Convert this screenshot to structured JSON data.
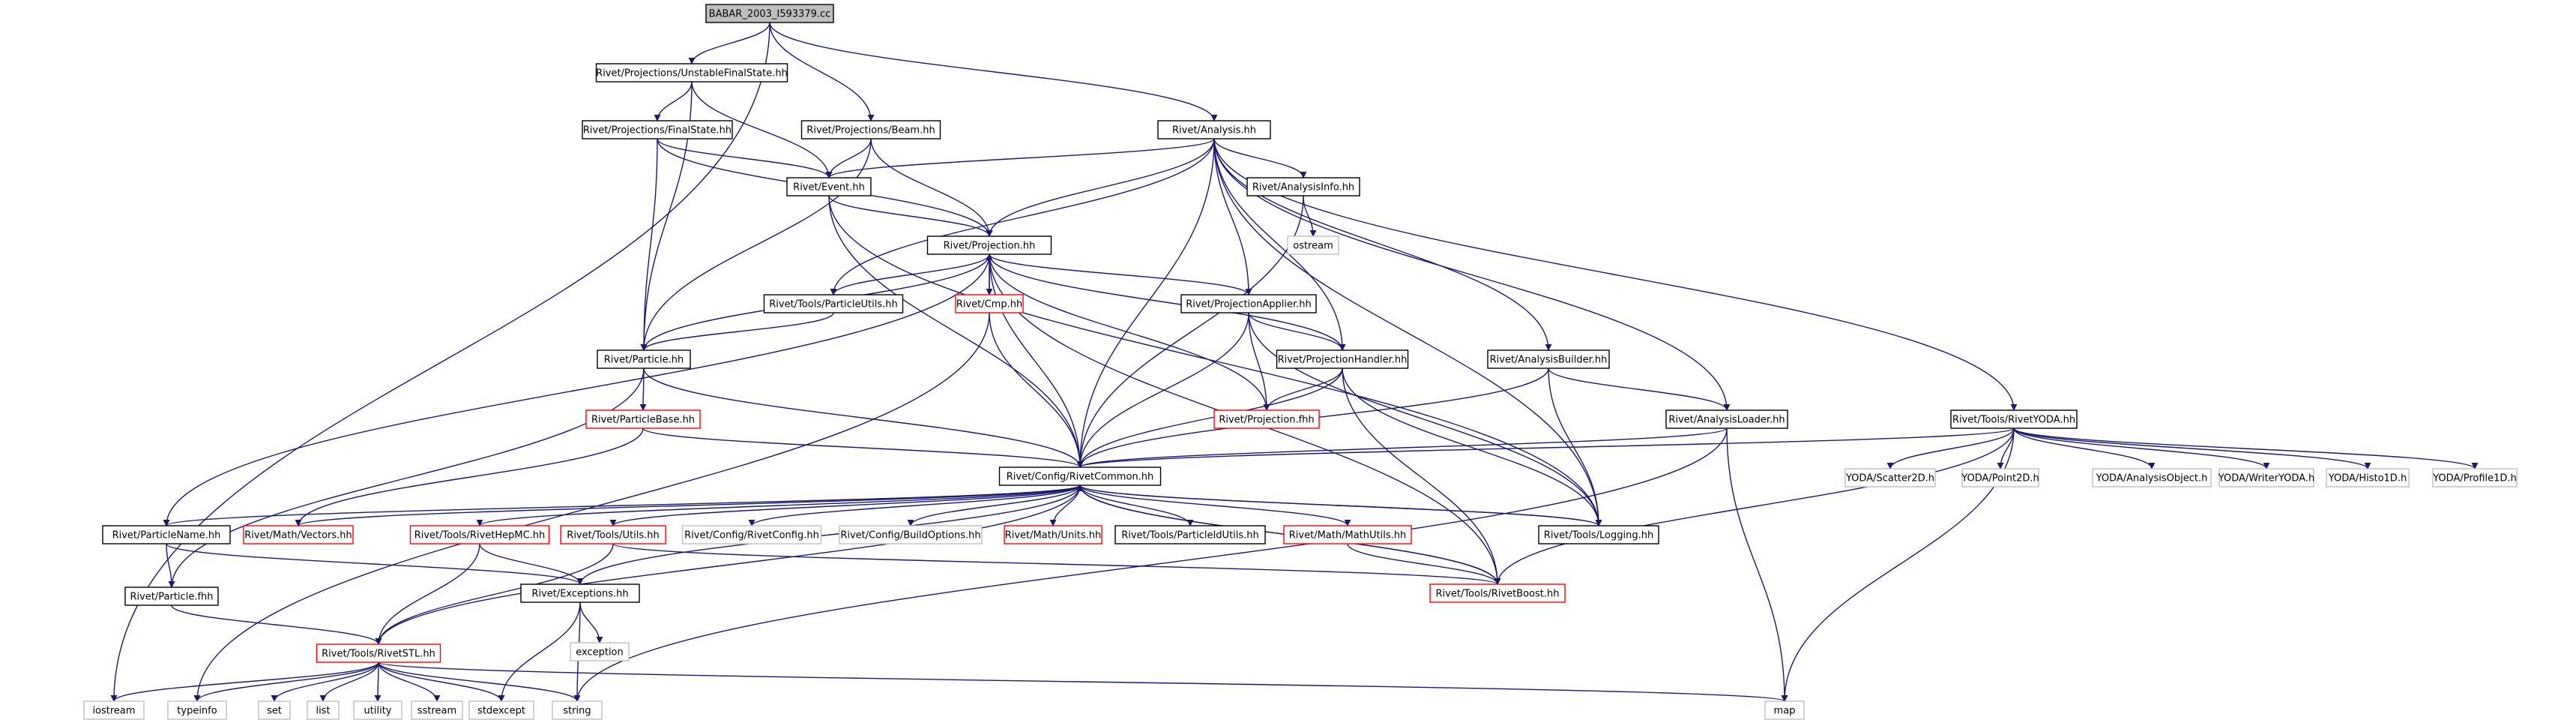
{
  "graph": {
    "colors": {
      "root_fill": "#bfbfbf",
      "normal": "#000000",
      "broken": "#ff0000",
      "system": "#bfbfbf",
      "edge": "#191970",
      "text": "#000000"
    },
    "nodes": [
      {
        "id": "root",
        "label": "BABAR_2003_I593379.cc",
        "kind": "root"
      },
      {
        "id": "ufs",
        "label": "Rivet/Projections/UnstableFinalState.hh",
        "kind": "normal"
      },
      {
        "id": "beam",
        "label": "Rivet/Projections/Beam.hh",
        "kind": "normal"
      },
      {
        "id": "analysis",
        "label": "Rivet/Analysis.hh",
        "kind": "normal"
      },
      {
        "id": "fs",
        "label": "Rivet/Projections/FinalState.hh",
        "kind": "normal"
      },
      {
        "id": "event",
        "label": "Rivet/Event.hh",
        "kind": "normal"
      },
      {
        "id": "ainfo",
        "label": "Rivet/AnalysisInfo.hh",
        "kind": "normal"
      },
      {
        "id": "ostream",
        "label": "ostream",
        "kind": "system"
      },
      {
        "id": "proj",
        "label": "Rivet/Projection.hh",
        "kind": "normal"
      },
      {
        "id": "cmp",
        "label": "Rivet/Cmp.hh",
        "kind": "broken"
      },
      {
        "id": "putils",
        "label": "Rivet/Tools/ParticleUtils.hh",
        "kind": "normal"
      },
      {
        "id": "papplier",
        "label": "Rivet/ProjectionApplier.hh",
        "kind": "normal"
      },
      {
        "id": "phandler",
        "label": "Rivet/ProjectionHandler.hh",
        "kind": "normal"
      },
      {
        "id": "abuilder",
        "label": "Rivet/AnalysisBuilder.hh",
        "kind": "normal"
      },
      {
        "id": "particle",
        "label": "Rivet/Particle.hh",
        "kind": "normal"
      },
      {
        "id": "pbase",
        "label": "Rivet/ParticleBase.hh",
        "kind": "broken"
      },
      {
        "id": "projfhh",
        "label": "Rivet/Projection.fhh",
        "kind": "broken"
      },
      {
        "id": "aloader",
        "label": "Rivet/AnalysisLoader.hh",
        "kind": "normal"
      },
      {
        "id": "ryoda",
        "label": "Rivet/Tools/RivetYODA.hh",
        "kind": "normal"
      },
      {
        "id": "common",
        "label": "Rivet/Config/RivetCommon.hh",
        "kind": "normal"
      },
      {
        "id": "scatter2d",
        "label": "YODA/Scatter2D.h",
        "kind": "system"
      },
      {
        "id": "point2d",
        "label": "YODA/Point2D.h",
        "kind": "system"
      },
      {
        "id": "aobject",
        "label": "YODA/AnalysisObject.h",
        "kind": "system"
      },
      {
        "id": "writer",
        "label": "YODA/WriterYODA.h",
        "kind": "system"
      },
      {
        "id": "histo1d",
        "label": "YODA/Histo1D.h",
        "kind": "system"
      },
      {
        "id": "profile1d",
        "label": "YODA/Profile1D.h",
        "kind": "system"
      },
      {
        "id": "pname",
        "label": "Rivet/ParticleName.hh",
        "kind": "normal"
      },
      {
        "id": "vectors",
        "label": "Rivet/Math/Vectors.hh",
        "kind": "broken"
      },
      {
        "id": "hepmc",
        "label": "Rivet/Tools/RivetHepMC.hh",
        "kind": "broken"
      },
      {
        "id": "tutils",
        "label": "Rivet/Tools/Utils.hh",
        "kind": "broken"
      },
      {
        "id": "rconfig",
        "label": "Rivet/Config/RivetConfig.hh",
        "kind": "system"
      },
      {
        "id": "bopts",
        "label": "Rivet/Config/BuildOptions.hh",
        "kind": "system"
      },
      {
        "id": "units",
        "label": "Rivet/Math/Units.hh",
        "kind": "broken"
      },
      {
        "id": "pidutils",
        "label": "Rivet/Tools/ParticleIdUtils.hh",
        "kind": "normal"
      },
      {
        "id": "mathutils",
        "label": "Rivet/Math/MathUtils.hh",
        "kind": "broken"
      },
      {
        "id": "logging",
        "label": "Rivet/Tools/Logging.hh",
        "kind": "normal"
      },
      {
        "id": "pfhh",
        "label": "Rivet/Particle.fhh",
        "kind": "normal"
      },
      {
        "id": "exceptions",
        "label": "Rivet/Exceptions.hh",
        "kind": "normal"
      },
      {
        "id": "boost",
        "label": "Rivet/Tools/RivetBoost.hh",
        "kind": "broken"
      },
      {
        "id": "exception",
        "label": "exception",
        "kind": "system"
      },
      {
        "id": "stl",
        "label": "Rivet/Tools/RivetSTL.hh",
        "kind": "broken"
      },
      {
        "id": "iostream",
        "label": "iostream",
        "kind": "system"
      },
      {
        "id": "typeinfo",
        "label": "typeinfo",
        "kind": "system"
      },
      {
        "id": "set",
        "label": "set",
        "kind": "system"
      },
      {
        "id": "list",
        "label": "list",
        "kind": "system"
      },
      {
        "id": "utility",
        "label": "utility",
        "kind": "system"
      },
      {
        "id": "sstream",
        "label": "sstream",
        "kind": "system"
      },
      {
        "id": "stdexcept",
        "label": "stdexcept",
        "kind": "system"
      },
      {
        "id": "string",
        "label": "string",
        "kind": "system"
      },
      {
        "id": "map",
        "label": "map",
        "kind": "system"
      }
    ],
    "edges": [
      [
        "root",
        "iostream"
      ],
      [
        "root",
        "ufs"
      ],
      [
        "root",
        "beam"
      ],
      [
        "root",
        "analysis"
      ],
      [
        "ufs",
        "fs"
      ],
      [
        "ufs",
        "event"
      ],
      [
        "ufs",
        "particle"
      ],
      [
        "fs",
        "event"
      ],
      [
        "fs",
        "proj"
      ],
      [
        "fs",
        "particle"
      ],
      [
        "beam",
        "event"
      ],
      [
        "beam",
        "proj"
      ],
      [
        "beam",
        "particle"
      ],
      [
        "analysis",
        "event"
      ],
      [
        "analysis",
        "proj"
      ],
      [
        "analysis",
        "ainfo"
      ],
      [
        "analysis",
        "papplier"
      ],
      [
        "analysis",
        "phandler"
      ],
      [
        "analysis",
        "abuilder"
      ],
      [
        "analysis",
        "aloader"
      ],
      [
        "analysis",
        "ryoda"
      ],
      [
        "analysis",
        "putils"
      ],
      [
        "analysis",
        "common"
      ],
      [
        "analysis",
        "logging"
      ],
      [
        "ainfo",
        "ostream"
      ],
      [
        "ainfo",
        "common"
      ],
      [
        "event",
        "proj"
      ],
      [
        "event",
        "common"
      ],
      [
        "event",
        "logging"
      ],
      [
        "proj",
        "cmp"
      ],
      [
        "proj",
        "putils"
      ],
      [
        "proj",
        "papplier"
      ],
      [
        "proj",
        "phandler"
      ],
      [
        "proj",
        "projfhh"
      ],
      [
        "proj",
        "common"
      ],
      [
        "proj",
        "pname"
      ],
      [
        "proj",
        "boost"
      ],
      [
        "proj",
        "particle"
      ],
      [
        "cmp",
        "proj"
      ],
      [
        "cmp",
        "common"
      ],
      [
        "cmp",
        "typeinfo"
      ],
      [
        "putils",
        "particle"
      ],
      [
        "papplier",
        "phandler"
      ],
      [
        "papplier",
        "projfhh"
      ],
      [
        "papplier",
        "common"
      ],
      [
        "papplier",
        "logging"
      ],
      [
        "phandler",
        "projfhh"
      ],
      [
        "phandler",
        "common"
      ],
      [
        "phandler",
        "logging"
      ],
      [
        "phandler",
        "boost"
      ],
      [
        "abuilder",
        "aloader"
      ],
      [
        "abuilder",
        "common"
      ],
      [
        "abuilder",
        "logging"
      ],
      [
        "aloader",
        "common"
      ],
      [
        "aloader",
        "map"
      ],
      [
        "aloader",
        "string"
      ],
      [
        "particle",
        "pbase"
      ],
      [
        "particle",
        "common"
      ],
      [
        "particle",
        "pfhh"
      ],
      [
        "pbase",
        "common"
      ],
      [
        "pbase",
        "vectors"
      ],
      [
        "ryoda",
        "common"
      ],
      [
        "ryoda",
        "scatter2d"
      ],
      [
        "ryoda",
        "point2d"
      ],
      [
        "ryoda",
        "aobject"
      ],
      [
        "ryoda",
        "writer"
      ],
      [
        "ryoda",
        "histo1d"
      ],
      [
        "ryoda",
        "profile1d"
      ],
      [
        "ryoda",
        "boost"
      ],
      [
        "ryoda",
        "map"
      ],
      [
        "common",
        "vectors"
      ],
      [
        "common",
        "pname"
      ],
      [
        "common",
        "hepmc"
      ],
      [
        "common",
        "tutils"
      ],
      [
        "common",
        "rconfig"
      ],
      [
        "common",
        "bopts"
      ],
      [
        "common",
        "units"
      ],
      [
        "common",
        "pidutils"
      ],
      [
        "common",
        "mathutils"
      ],
      [
        "common",
        "logging"
      ],
      [
        "common",
        "exceptions"
      ],
      [
        "common",
        "boost"
      ],
      [
        "common",
        "stl"
      ],
      [
        "logging",
        "common"
      ],
      [
        "boost",
        "common"
      ],
      [
        "pname",
        "pfhh"
      ],
      [
        "pname",
        "exceptions"
      ],
      [
        "hepmc",
        "stl"
      ],
      [
        "hepmc",
        "exceptions"
      ],
      [
        "tutils",
        "stl"
      ],
      [
        "tutils",
        "boost"
      ],
      [
        "mathutils",
        "boost"
      ],
      [
        "exceptions",
        "exception"
      ],
      [
        "exceptions",
        "stdexcept"
      ],
      [
        "exceptions",
        "string"
      ],
      [
        "pfhh",
        "stl"
      ],
      [
        "stl",
        "iostream"
      ],
      [
        "stl",
        "typeinfo"
      ],
      [
        "stl",
        "set"
      ],
      [
        "stl",
        "list"
      ],
      [
        "stl",
        "utility"
      ],
      [
        "stl",
        "sstream"
      ],
      [
        "stl",
        "stdexcept"
      ],
      [
        "stl",
        "string"
      ],
      [
        "stl",
        "map"
      ]
    ]
  }
}
